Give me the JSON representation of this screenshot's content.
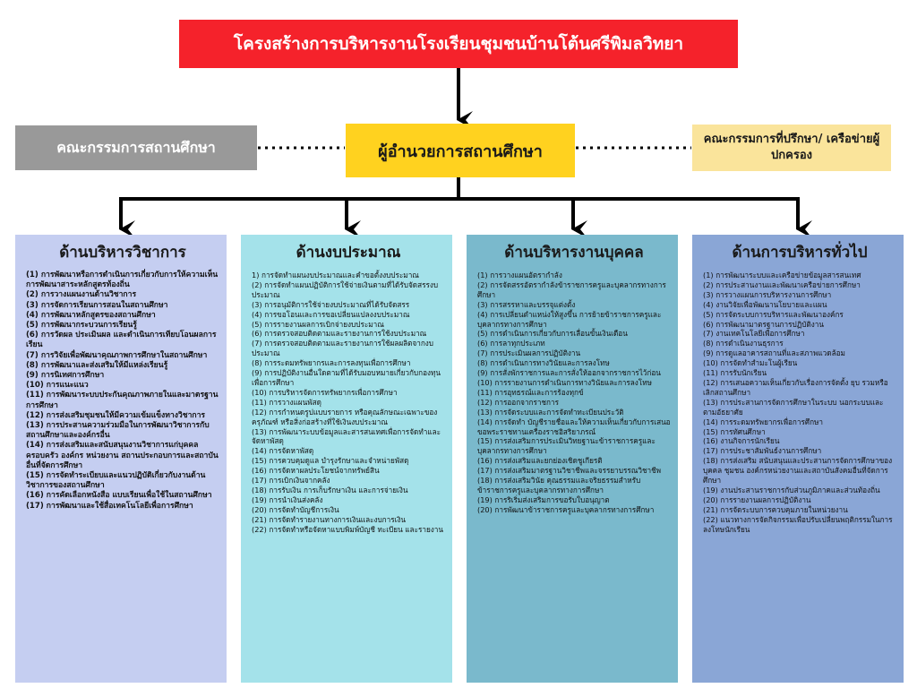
{
  "title": "โครงสร้างการบริหารงานโรงเรียนชุมชนบ้านโต้นศรีพิมลวิทยา",
  "director": "ผู้อำนวยการสถานศึกษา",
  "committee": "คณะกรรมการสถานศึกษา",
  "advisory": "คณะกรรมการที่ปรึกษา/ เครือข่ายผู้ปกครอง",
  "columns": [
    {
      "heading": "ด้านบริหารวิชาการ",
      "items": [
        "(1) การพัฒนาหรือการดำเนินการเกี่ยวกับการให้ความเห็นการพัฒนาสาระหลักสูตรท้องถิ่น",
        "(2) การวางแผนงานด้านวิชาการ",
        "(3) การจัดการเรียนการสอนในสถานศึกษา",
        "(4) การพัฒนาหลักสูตรของสถานศึกษา",
        "(5) การพัฒนากระบวนการเรียนรู้",
        "(6) การวัดผล ประเมินผล และดำเนินการเทียบโอนผลการเรียน",
        "(7) การวิจัยเพื่อพัฒนาคุณภาพการศึกษาในสถานศึกษา",
        "(8) การพัฒนาและส่งเสริมให้มีแหล่งเรียนรู้",
        "(9) การนิเทศการศึกษา",
        "(10) การแนะแนว",
        "(11) การพัฒนาระบบประกันคุณภาพภายในและมาตรฐานการศึกษา",
        "(12) การส่งเสริมชุมชนให้มีความเข้มแข็งทางวิชาการ",
        "(13) การประสานความร่วมมือในการพัฒนาวิชาการกับสถานศึกษาและองค์กรอื่น",
        "(14) การส่งเสริมและสนับสนุนงานวิชาการแก่บุคคล ครอบครัว องค์กร หน่วยงาน สถานประกอบการและสถาบันอื่นที่จัดการศึกษา",
        "(15) การจัดทำระเบียบและแนวปฏิบัติเกี่ยวกับงานด้านวิชาการของสถานศึกษา",
        "(16) การคัดเลือกหนังสือ แบบเรียนเพื่อใช้ในสถานศึกษา",
        "(17) การพัฒนาและใช้สื่อเทคโนโลยีเพื่อการศึกษา"
      ]
    },
    {
      "heading": "ด้านงบประมาณ",
      "items": [
        "1) การจัดทำแผนงบประมาณและคำขอตั้งงบประมาณ",
        "(2) การจัดทำแผนปฏิบัติการใช้จ่ายเงินตามที่ได้รับจัดสรรงบประมาณ",
        "(3) การอนุมัติการใช้จ่ายงบประมาณที่ได้รับจัดสรร",
        "(4) การขอโอนและการขอเปลี่ยนแปลงงบประมาณ",
        "(5) การรายงานผลการเบิกจ่ายงบประมาณ",
        "(6) การตรวจสอบติดตามและรายงานการใช้งบประมาณ",
        "(7) การตรวจสอบติดตามและรายงานการใช้ผลผลิตจากงบประมาณ",
        "(8) การระดมทรัพยากรและการลงทุนเพื่อการศึกษา",
        "(9) การปฏิบัติงานอื่นใดตามที่ได้รับมอบหมายเกี่ยวกับกองทุนเพื่อการศึกษา",
        "(10) การบริหารจัดการทรัพยากรเพื่อการศึกษา",
        "(11) การวางแผนพัสดุ",
        "(12) การกำหนดรูปแบบรายการ หรือคุณลักษณะเฉพาะของครุภัณฑ์ หรือสิ่งก่อสร้างที่ใช้เงินงบประมาณ",
        "(13) การพัฒนาระบบข้อมูลและสารสนเทศเพื่อการจัดทำและจัดหาพัสดุ",
        "(14) การจัดหาพัสดุ",
        "(15) การควบคุมดูแล บำรุงรักษาและจำหน่ายพัสดุ",
        "(16) การจัดหาผลประโยชน์จากทรัพย์สิน",
        "(17) การเบิกเงินจากคลัง",
        "(18) การรับเงิน การเก็บรักษาเงิน และการจ่ายเงิน",
        "(19) การนำเงินส่งคลัง",
        "(20) การจัดทำบัญชีการเงิน",
        "(21) การจัดทำรายงานทางการเงินและงบการเงิน",
        "(22) การจัดทำหรือจัดหาแบบพิมพ์บัญชี ทะเบียน และรายงาน"
      ]
    },
    {
      "heading": "ด้านบริหารงานบุคคล",
      "items": [
        "(1) การวางแผนอัตรากำลัง",
        "(2) การจัดสรรอัตรากำลังข้าราชการครูและบุคลากรทางการศึกษา",
        "(3) การสรรหาและบรรจุแต่งตั้ง",
        "(4) การเปลี่ยนตำแหน่งให้สูงขึ้น การย้ายข้าราชการครูและบุคลากรทางการศึกษา",
        "(5) การดำเนินการเกี่ยวกับการเลื่อนขั้นเงินเดือน",
        "(6) การลาทุกประเภท",
        "(7) การประเมินผลการปฏิบัติงาน",
        "(8) การดำเนินการทางวินัยและการลงโทษ",
        "(9) การสั่งพักราชการและการสั่งให้ออกจากราชการไว้ก่อน",
        "(10) การรายงานการดำเนินการทางวินัยและการลงโทษ",
        "(11) การอุทธรณ์และการร้องทุกข์",
        "(12) การออกจากราชการ",
        "(13) การจัดระบบและการจัดทำทะเบียนประวัติ",
        "(14) การจัดทำ บัญชีรายชื่อและให้ความเห็นเกี่ยวกับการเสนอขอพระราชทานเครื่องราชอิสริยาภรณ์",
        "(15) การส่งเสริมการประเมินวิทยฐานะข้าราชการครูและบุคลากรทางการศึกษา",
        "(16) การส่งเสริมและยกย่องเชิดชูเกียรติ",
        "(17) การส่งเสริมมาตรฐานวิชาชีพและจรรยาบรรณวิชาชีพ",
        "(18) การส่งเสริมวินัย คุณธรรมและจริยธรรมสำหรับข้าราชการครูและบุคลากรทางการศึกษา",
        "(19) การริเริ่มส่งเสริมการขอรับใบอนุญาต",
        "(20) การพัฒนาข้าราชการครูและบุคลากรทางการศึกษา"
      ]
    },
    {
      "heading": "ด้านการบริหารทั่วไป",
      "items": [
        "(1) การพัฒนาระบบและเครือข่ายข้อมูลสารสนเทศ",
        "(2) การประสานงานและพัฒนาเครือข่ายการศึกษา",
        "(3) การวางแผนการบริหารงานการศึกษา",
        "(4) งานวิจัยเพื่อพัฒนานโยบายและแผน",
        "(5) การจัดระบบการบริหารและพัฒนาองค์กร",
        "(6) การพัฒนามาตรฐานการปฏิบัติงาน",
        "(7) งานเทคโนโลยีเพื่อการศึกษา",
        "(8) การดำเนินงานธุรการ",
        "(9) การดูแลอาคารสถานที่และสภาพแวดล้อม",
        "(10) การจัดทำสำมะโนผู้เรียน",
        "(11) การรับนักเรียน",
        "(12) การเสนอความเห็นเกี่ยวกับเรื่องการจัดตั้ง ยุบ รวมหรือเลิกสถานศึกษา",
        "(13) การประสานการจัดการศึกษาในระบบ นอกระบบและตามอัธยาศัย",
        "(14) การระดมทรัพยากรเพื่อการศึกษา",
        "(15) การทัศนศึกษา",
        "(16) งานกิจการนักเรียน",
        "(17) การประชาสัมพันธ์งานการศึกษา",
        "(18) การส่งเสริม สนับสนุนและประสานการจัดการศึกษาของบุคคล ชุมชน องค์กรหน่วยงานและสถาบันสังคมอื่นที่จัดการศึกษา",
        "(19) งานประสานราชการกับส่วนภูมิภาคและส่วนท้องถิ่น",
        "(20) การรายงานผลการปฏิบัติงาน",
        "(21) การจัดระบบการควบคุมภายในหน่วยงาน",
        "(22) แนวทางการจัดกิจกรรมเพื่อปรับเปลี่ยนพฤติกรรมในการลงโทษนักเรียน"
      ]
    }
  ]
}
